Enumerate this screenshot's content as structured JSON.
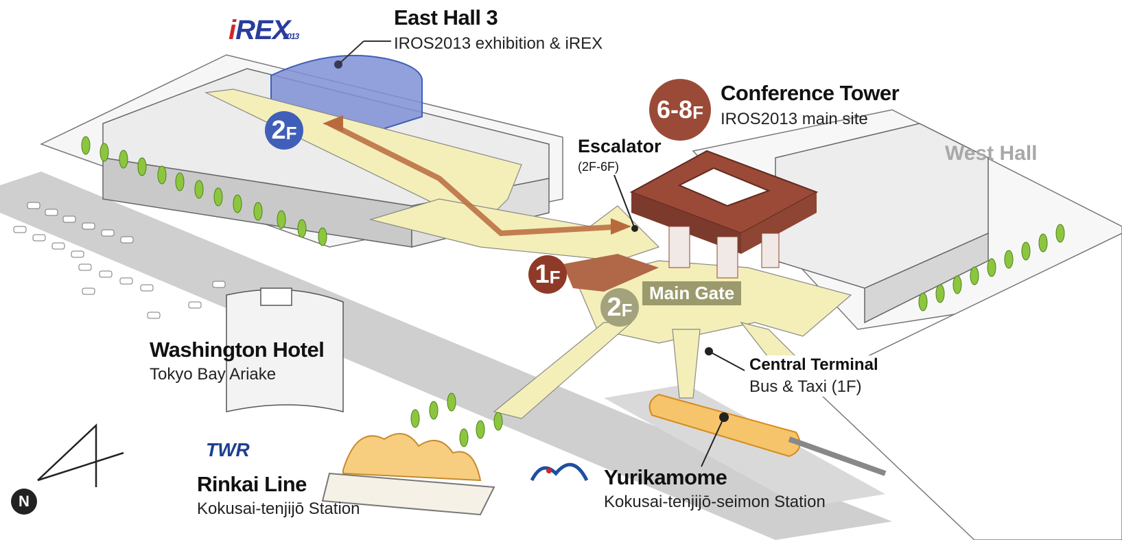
{
  "east_hall": {
    "title": "East Hall 3",
    "subtitle": "IROS2013 exhibition & iREX"
  },
  "conference": {
    "title": "Conference Tower",
    "subtitle": "IROS2013 main site",
    "floor_badge_main": "6-8",
    "floor_badge_unit": "F"
  },
  "escalator": {
    "title": "Escalator",
    "subtitle": "(2F-6F)"
  },
  "west_hall": {
    "label": "West Hall"
  },
  "main_gate": {
    "label": "Main Gate"
  },
  "badges": {
    "east_2f": {
      "num": "2",
      "unit": "F",
      "color": "#3f5fb8"
    },
    "gate_1f": {
      "num": "1",
      "unit": "F",
      "color": "#8f3a28"
    },
    "gate_2f": {
      "num": "2",
      "unit": "F",
      "color": "#a3a27c"
    }
  },
  "hotel": {
    "title": "Washington Hotel",
    "subtitle": "Tokyo Bay Ariake"
  },
  "terminal": {
    "title": "Central Terminal",
    "subtitle": "Bus & Taxi (1F)"
  },
  "rinkai": {
    "title": "Rinkai Line",
    "subtitle": "Kokusai-tenjijō Station",
    "logo_text": "TWR"
  },
  "yurikamome": {
    "title": "Yurikamome",
    "subtitle": "Kokusai-tenjijō-seimon Station"
  },
  "irex_logo": {
    "text_i": "i",
    "text_rest": "REX",
    "year": "2013"
  },
  "north": {
    "label": "N"
  },
  "colors": {
    "walkway": "#f4efb8",
    "tower": "#9b4a38",
    "hall3": "#7f8fd6",
    "station": "#f6c46a",
    "road": "#cfcfcf"
  }
}
